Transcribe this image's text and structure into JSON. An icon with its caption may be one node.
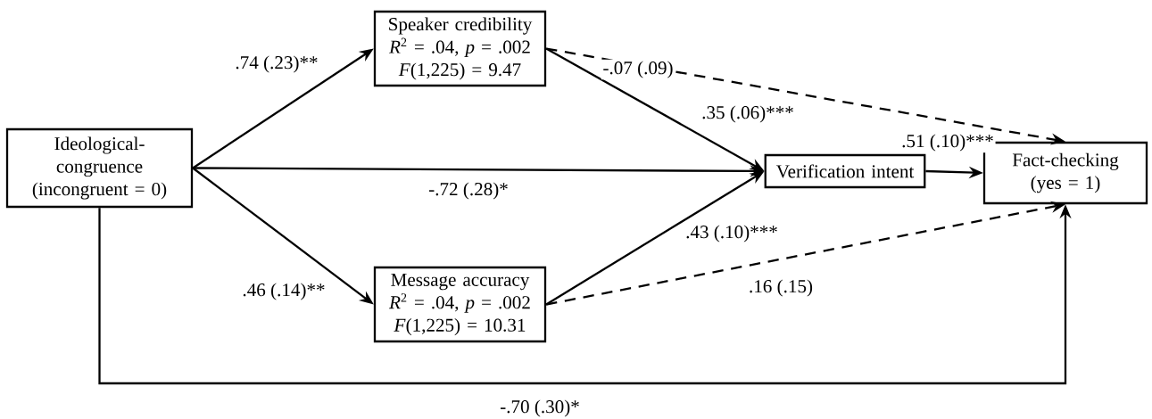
{
  "diagram": {
    "nodes": [
      {
        "text": [
          "Ideological-congruence (incongruent = 0)"
        ]
      },
      {
        "text": [
          "Speaker credibility",
          "*R*$^{2}$ = .04, *p* = .002",
          "*F*(1,225) = 9.47"
        ]
      },
      {
        "text": [
          "Verification intent"
        ]
      },
      {
        "text": [
          "Fact-checking (yes = 1)"
        ]
      },
      {
        "text": [
          "Message accuracy",
          "*R*$^{2}$ = .04, *p* = .002",
          "*F*(1,225) = 10.31"
        ]
      }
    ],
    "edges": [
      {
        "from": 0,
        "to": 1,
        "arrow": "to",
        "label": ".74 (.23)**"
      },
      {
        "from": 0,
        "to": 2,
        "arrow": "to",
        "label": "-.72 (.28)*"
      },
      {
        "from": 0,
        "to": 4,
        "arrow": "to",
        "label": ".46 (.14)**"
      },
      {
        "from": 0,
        "to": 3,
        "arrow": "to",
        "label": "-.70 (.30)*"
      },
      {
        "from": 1,
        "to": 2,
        "arrow": "to",
        "label": ".35 (.06)***"
      },
      {
        "from": 1,
        "to": 3,
        "arrow": "to",
        "label": "-.07 (.09)",
        "style": "dashed"
      },
      {
        "from": 4,
        "to": 2,
        "arrow": "to",
        "label": ".43 (.10)***"
      },
      {
        "from": 4,
        "to": 3,
        "arrow": "to",
        "label": ".16 (.15)",
        "style": "dashed"
      },
      {
        "from": 2,
        "to": 3,
        "arrow": "to",
        "label": ".51 (.10)***"
      }
    ]
  }
}
